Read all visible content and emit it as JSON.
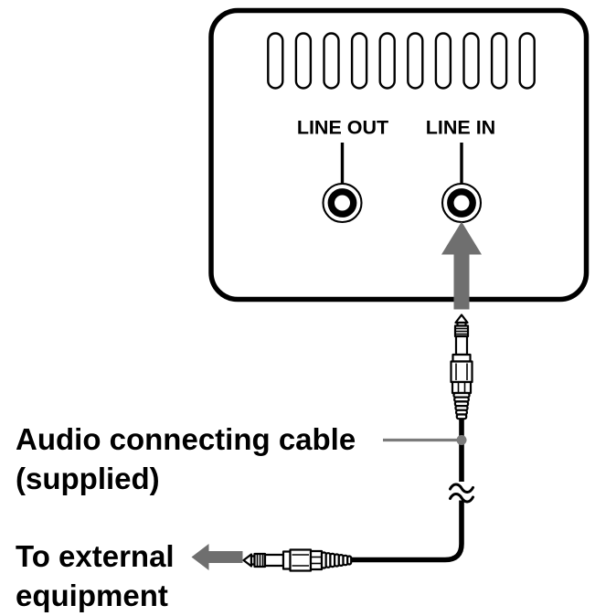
{
  "diagram_title": "audio-connection-diagram",
  "colors": {
    "background": "#ffffff",
    "outline_black": "#000000",
    "arrow_gray": "#6f6f6f",
    "leader_gray": "#7b7b7b"
  },
  "panel": {
    "line_out_label": "LINE OUT",
    "line_in_label": "LINE IN",
    "vent_slot_count": 10
  },
  "annotations": {
    "cable_label_line1": "Audio connecting cable",
    "cable_label_line2": "(supplied)",
    "external_label_line1": "To external",
    "external_label_line2": "equipment"
  },
  "icons": {
    "line_in_arrow": "arrow-up",
    "external_arrow": "arrow-left",
    "top_plug": "mini-jack-plug-vertical",
    "bottom_plug": "mini-jack-plug-horizontal",
    "cable_break": "double-tilde-break",
    "leader_dot": "filled-circle"
  }
}
